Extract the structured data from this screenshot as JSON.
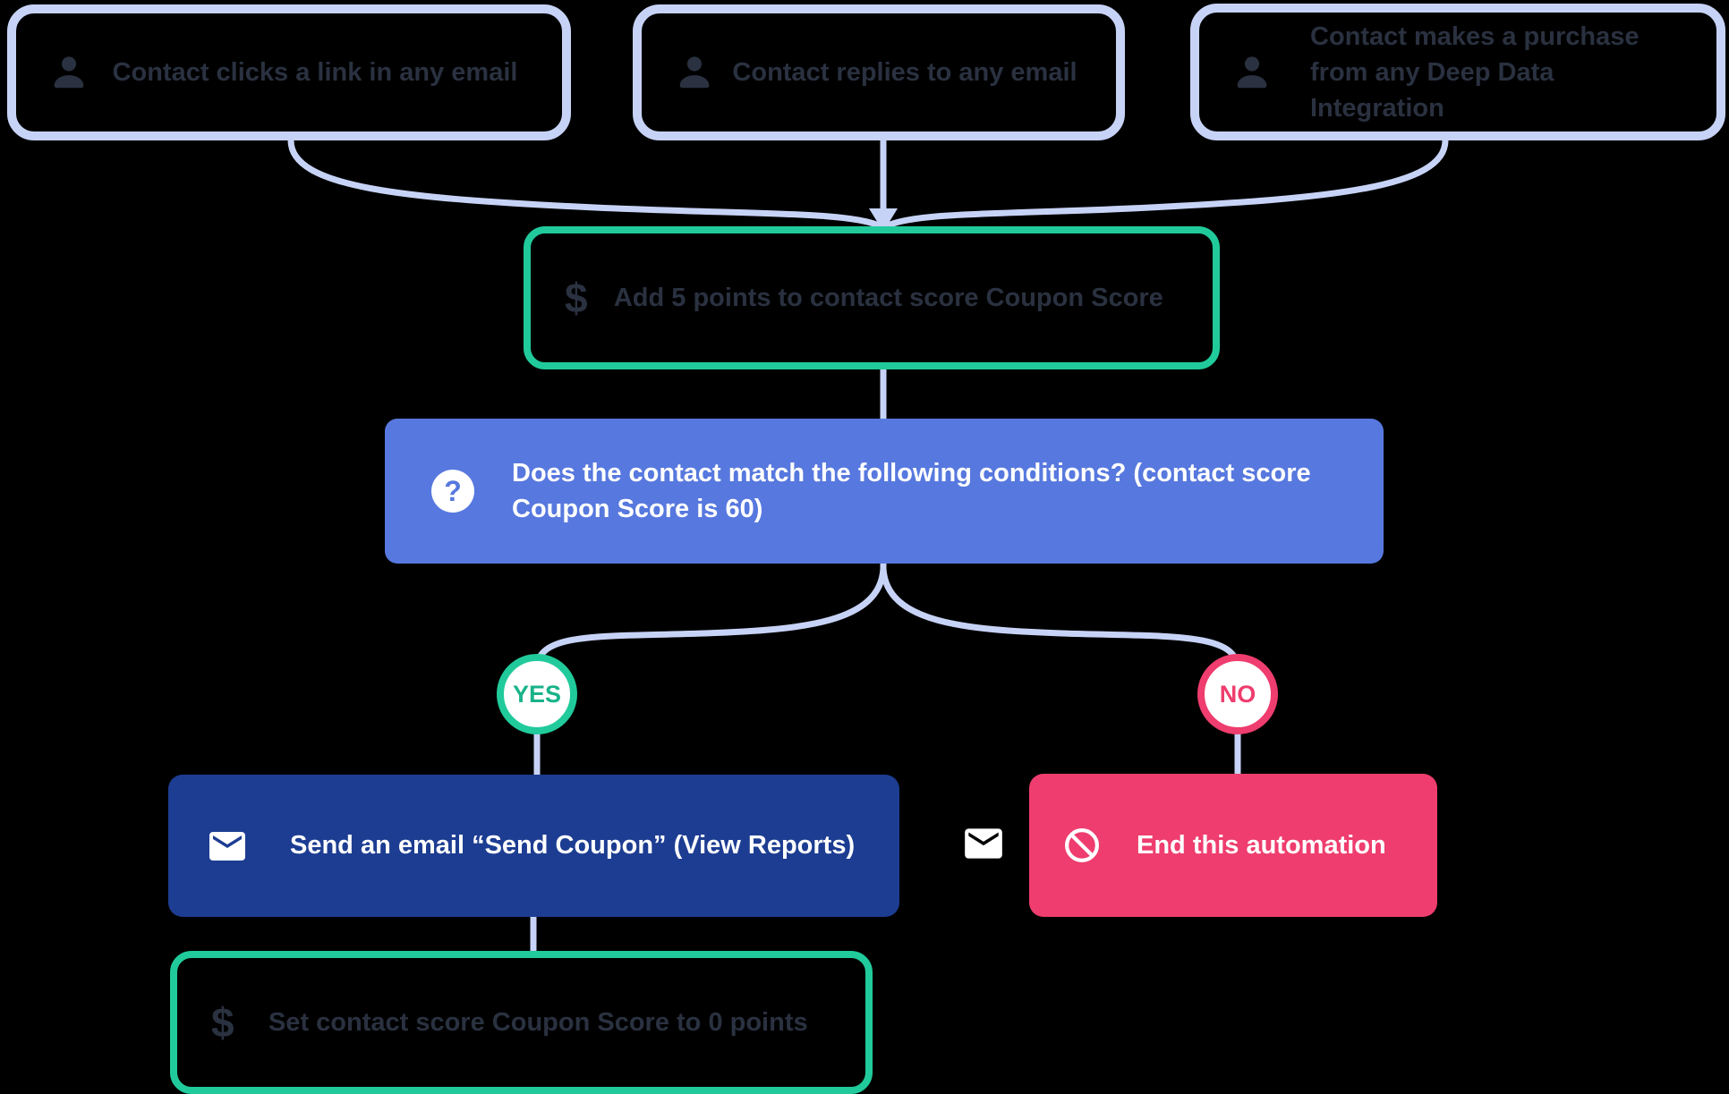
{
  "colors": {
    "connector": "#c7d3f6",
    "trigger_border": "#c7d3f6",
    "node_text_dark": "#2a3140",
    "green": "#21ca9b",
    "condition_blue": "#5778de",
    "email_blue": "#1d3d92",
    "pink": "#ee3d6e",
    "background": "#000000"
  },
  "triggers": [
    {
      "label": "Contact clicks a link in any email"
    },
    {
      "label": "Contact replies to any email"
    },
    {
      "label": "Contact makes a purchase from any Deep Data Integration"
    }
  ],
  "nodes": {
    "add_points": {
      "icon": "$",
      "label": "Add 5 points to contact score Coupon Score"
    },
    "condition": {
      "icon": "?",
      "label": "Does the contact match the following conditions? (contact score Coupon Score is 60)"
    },
    "send_email": {
      "label": "Send an email “Send Coupon” (View Reports)"
    },
    "end_automation": {
      "label": "End this automation"
    },
    "set_score": {
      "icon": "$",
      "label": "Set contact score Coupon Score to 0 points"
    }
  },
  "branches": {
    "yes": "YES",
    "no": "NO"
  }
}
